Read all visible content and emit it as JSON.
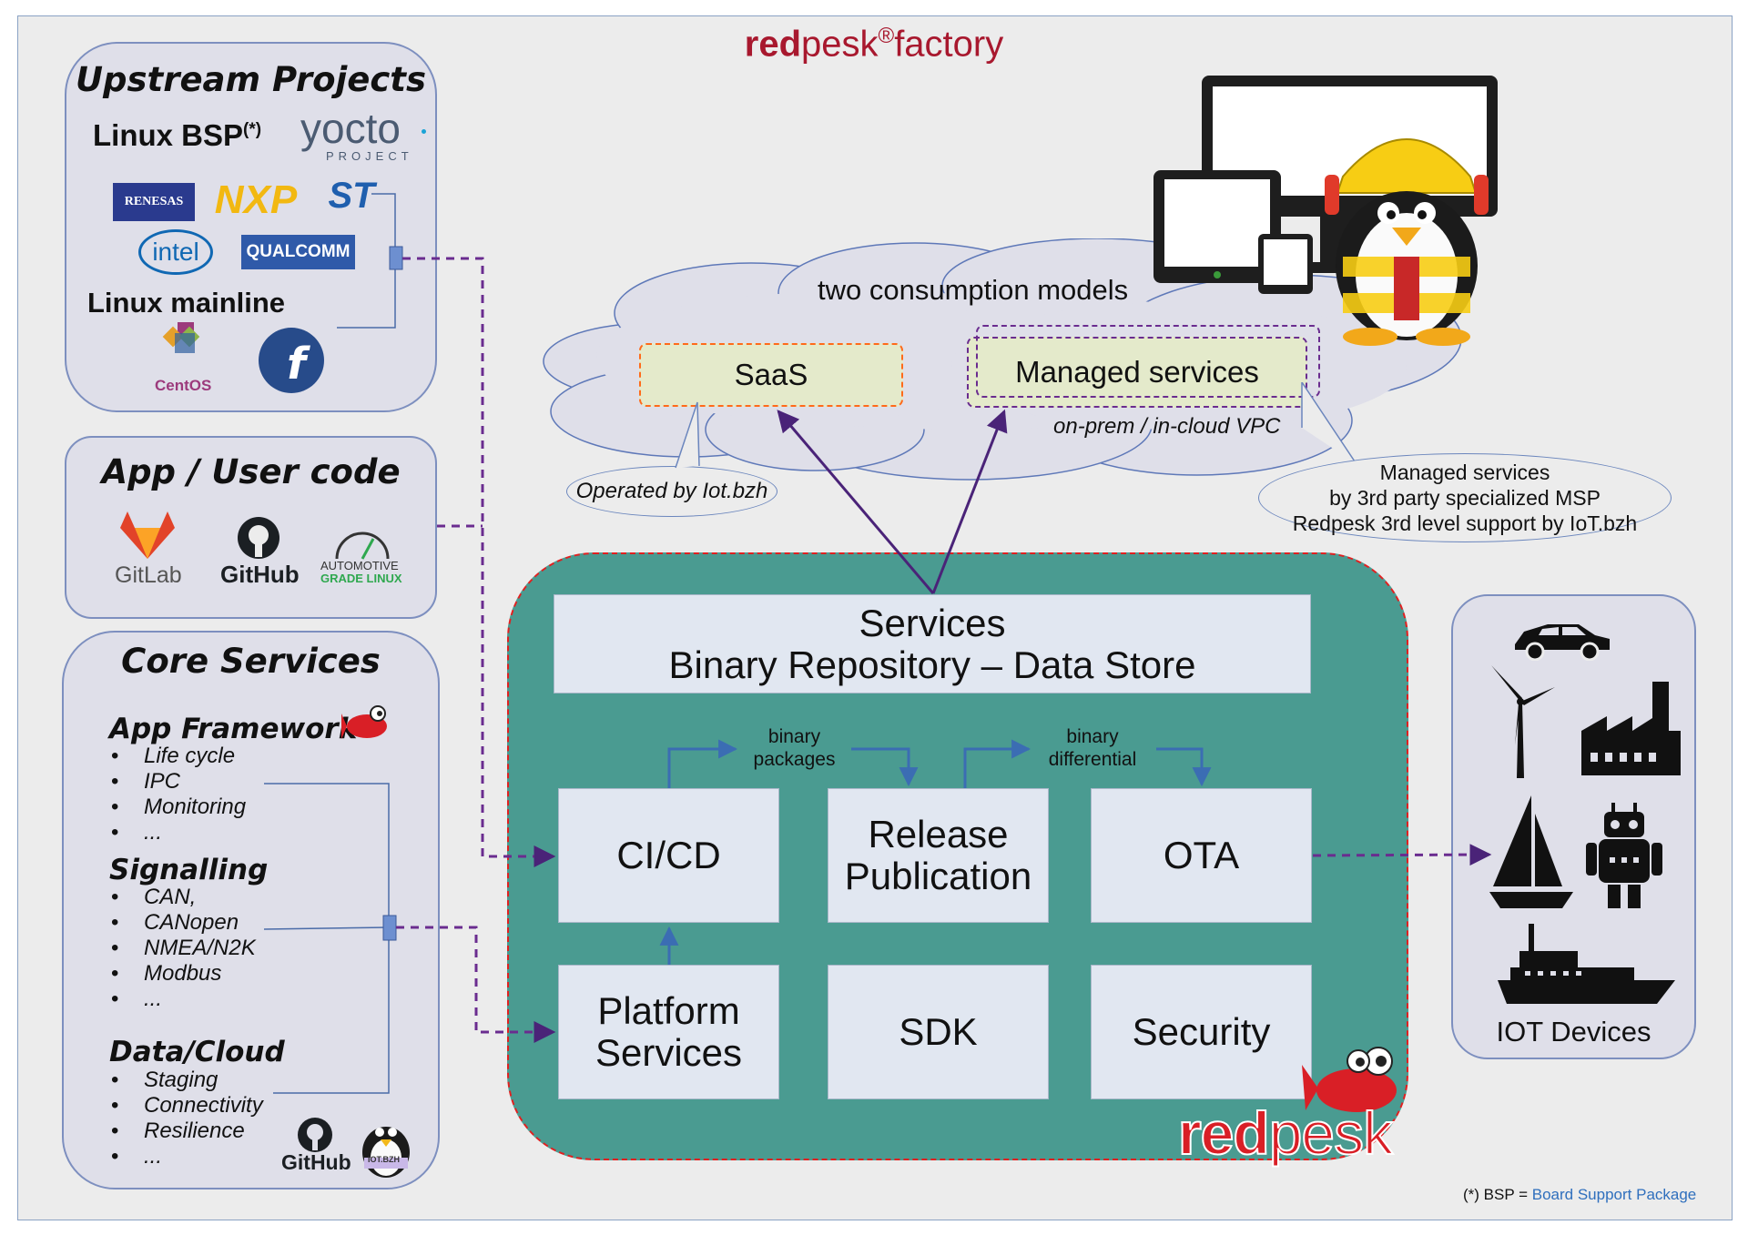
{
  "title": {
    "bold": "red",
    "rest": "pesk",
    "reg": "®",
    "tail": "factory"
  },
  "upstream": {
    "title": "Upstream Projects",
    "linux_bsp": "Linux BSP",
    "bsp_mark": "(*)",
    "yocto": "yocto",
    "yocto_sub": "PROJECT",
    "vendors": [
      "RENESAS",
      "NXP",
      "ST",
      "intel",
      "QUALCOMM"
    ],
    "linux_mainline": "Linux mainline",
    "distros": [
      "CentOS"
    ]
  },
  "app_user": {
    "title": "App / User code",
    "logos": [
      "GitLab",
      "GitHub",
      "AUTOMOTIVE",
      "GRADE LINUX"
    ]
  },
  "core": {
    "title": "Core Services",
    "app_framework": {
      "title": "App Framework",
      "items": [
        "Life cycle",
        "IPC",
        "Monitoring",
        "..."
      ]
    },
    "signalling": {
      "title": "Signalling",
      "items": [
        "CAN,",
        "CANopen",
        "NMEA/N2K",
        "Modbus",
        "..."
      ]
    },
    "data_cloud": {
      "title": "Data/Cloud",
      "items": [
        "Staging",
        "Connectivity",
        "Resilience",
        "..."
      ]
    },
    "footer_logo": "GitHub",
    "badge": "IOT.BZH"
  },
  "cloud": {
    "label": "two consumption models",
    "saas": "SaaS",
    "managed": "Managed services",
    "onprem": "on-prem / in-cloud VPC",
    "operated_by": "Operated by Iot.bzh",
    "msp_note": [
      "Managed services",
      "by 3rd party specialized MSP",
      "Redpesk 3rd level support by IoT.bzh"
    ]
  },
  "redpesk": {
    "services": [
      "Services",
      "Binary Repository – Data Store"
    ],
    "cicd": "CI/CD",
    "release": [
      "Release",
      "Publication"
    ],
    "ota": "OTA",
    "platform": [
      "Platform",
      "Services"
    ],
    "sdk": "SDK",
    "security": "Security",
    "binary_packages": [
      "binary",
      "packages"
    ],
    "binary_differential": [
      "binary",
      "differential"
    ],
    "logo_bold": "red",
    "logo_rest": "pesk"
  },
  "iot": {
    "label": "IOT Devices"
  },
  "footnote": {
    "prefix": "(*) BSP = ",
    "link": "Board Support Package"
  },
  "colors": {
    "brand_red": "#a8182e",
    "redpesk_teal": "#4a9b91",
    "dashed_purple": "#6a2c8f",
    "arrow_purple": "#4a2378",
    "link_blue": "#2f6fbd"
  },
  "icons": [
    "penguin-mascot-icon",
    "monitor-icon",
    "tablet-icon",
    "phone-icon",
    "fish-mascot-icon",
    "car-icon",
    "wind-turbine-icon",
    "factory-icon",
    "sailboat-icon",
    "robot-icon",
    "ship-icon"
  ]
}
